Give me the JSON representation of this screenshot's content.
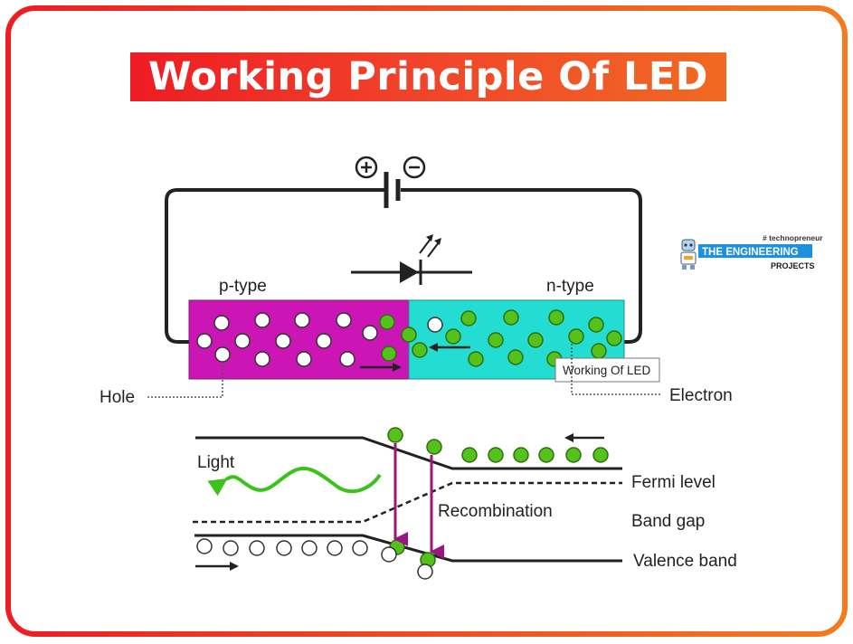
{
  "title": "Working Principle Of LED",
  "colors": {
    "border_start": "#ee1c24",
    "border_end": "#f47a1f",
    "p_region": "#cc15b5",
    "n_region": "#24ddd2",
    "electron": "#55c21b",
    "light_wave": "#3cc21b",
    "recombination_arrow": "#9c1680"
  },
  "circuit": {
    "battery_positive": "+",
    "battery_negative": "−"
  },
  "labels": {
    "p_type": "p-type",
    "n_type": "n-type",
    "hole": "Hole",
    "electron": "Electron",
    "tooltip": "Working Of LED",
    "light": "Light",
    "fermi_level": "Fermi level",
    "band_gap": "Band gap",
    "valence_band": "Valence band",
    "recombination": "Recombination"
  },
  "logo": {
    "tagline": "# technopreneur",
    "line1": "THE ENGINEERING",
    "line2": "PROJECTS"
  }
}
